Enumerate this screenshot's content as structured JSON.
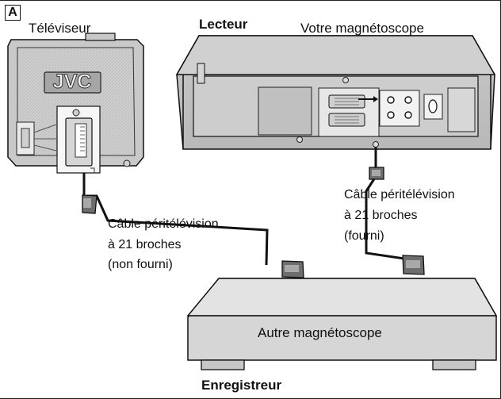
{
  "diagram": {
    "marker": "A",
    "tv": {
      "label": "Téléviseur",
      "logo": "JVC"
    },
    "player": {
      "role": "Lecteur",
      "label": "Votre magnétoscope"
    },
    "cables": {
      "left": {
        "line1": "Câble péritélévision",
        "line2": "à 21 broches",
        "line3": "(non fourni)"
      },
      "right": {
        "line1": "Câble péritélévision",
        "line2": "à 21 broches",
        "line3": "(fourni)"
      }
    },
    "recorder": {
      "label": "Autre magnétoscope",
      "role": "Enregistreur"
    }
  }
}
